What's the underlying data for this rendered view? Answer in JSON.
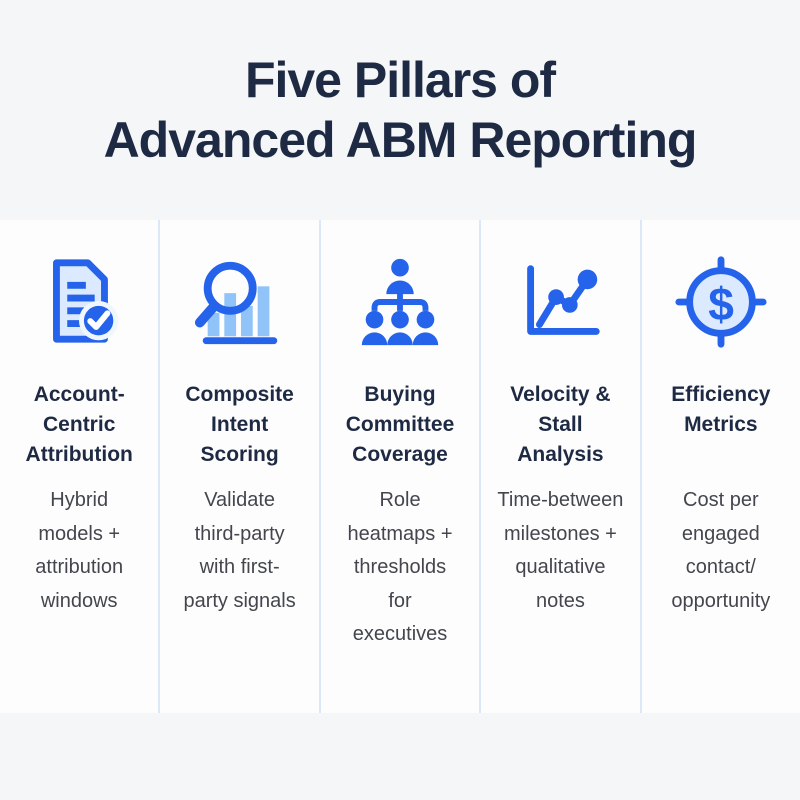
{
  "title": {
    "line1": "Five Pillars of",
    "line2": "Advanced ABM Reporting"
  },
  "colors": {
    "page_bg": "#f5f6f8",
    "column_bg": "#fdfdfe",
    "divider": "#dbe8f8",
    "heading_navy": "#1e2a44",
    "body_gray": "#43474d",
    "icon_blue": "#2563eb",
    "icon_light_blue": "#dbeafe",
    "icon_bar_blue": "#90c3f8"
  },
  "pillars": [
    {
      "icon": "document-check-icon",
      "title": "Account-\nCentric\nAttribution",
      "description": "Hybrid\nmodels +\nattribution\nwindows"
    },
    {
      "icon": "magnifier-bar-chart-icon",
      "title": "Composite\nIntent\nScoring",
      "description": "Validate\nthird-party\nwith first-\nparty signals"
    },
    {
      "icon": "org-chart-people-icon",
      "title": "Buying\nCommittee\nCoverage",
      "description": "Role\nheatmaps +\nthresholds\nfor\nexecutives"
    },
    {
      "icon": "trend-line-chart-icon",
      "title": "Velocity &\nStall\nAnalysis",
      "description": "Time-between\nmilestones +\nqualitative\nnotes"
    },
    {
      "icon": "dollar-target-icon",
      "icon_glyph": "$",
      "title": "Efficiency\nMetrics",
      "description": "Cost per\nengaged\ncontact/\nopportunity"
    }
  ]
}
